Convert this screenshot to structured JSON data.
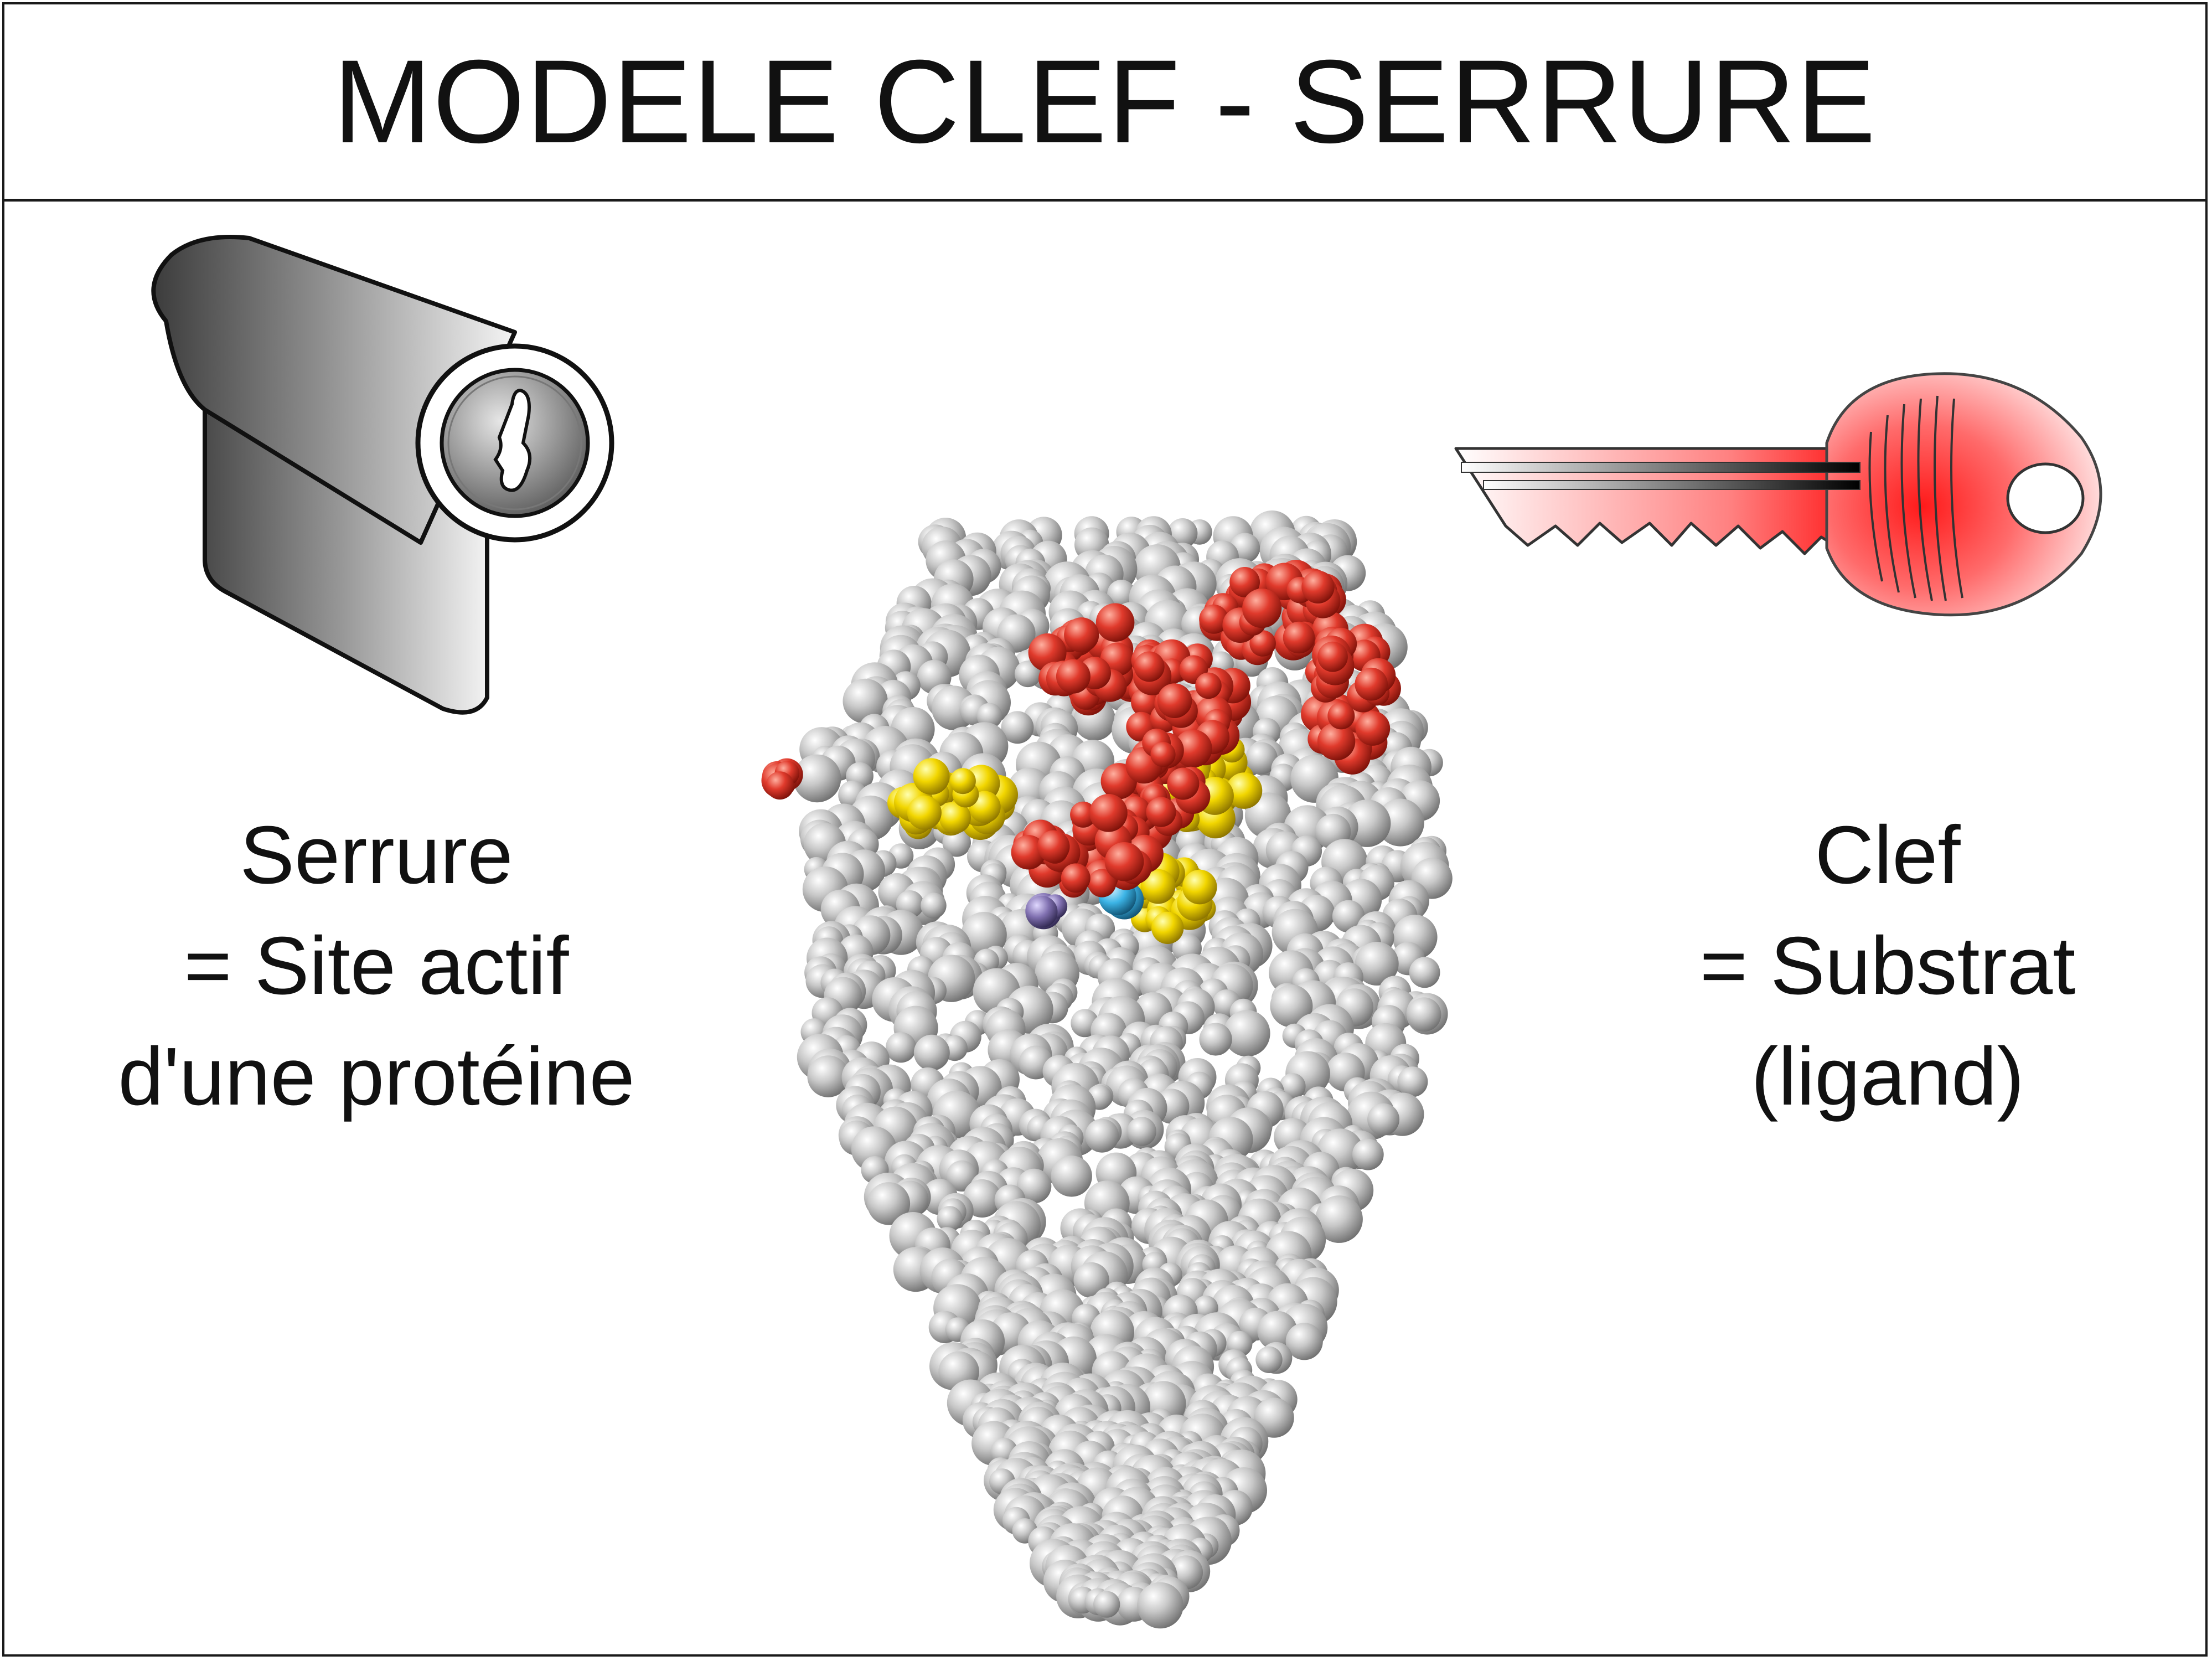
{
  "title": "MODELE CLEF - SERRURE",
  "lock": {
    "icon": "lock-cylinder-icon",
    "caption_lines": [
      "Serrure",
      "= Site actif",
      "d'une protéine"
    ]
  },
  "key": {
    "icon": "key-icon",
    "caption_lines": [
      "Clef",
      "= Substrat",
      "(ligand)"
    ]
  },
  "protein": {
    "icon": "protein-space-filling-model",
    "colors": {
      "body": "#c8c8c8",
      "ligand": "#e03a2c",
      "site": "#f2d600",
      "accent_cyan": "#3cb4e6",
      "accent_purple": "#8070b0"
    }
  }
}
